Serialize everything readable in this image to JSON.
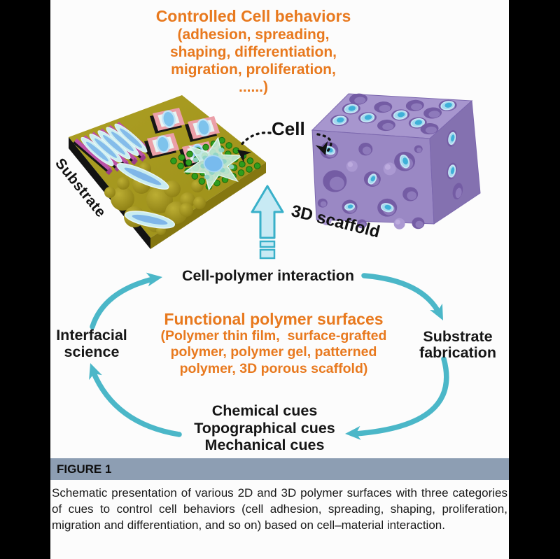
{
  "figure": {
    "header": {
      "heading": "Controlled Cell behaviors",
      "lines": [
        "(adhesion, spreading,",
        "shaping, differentiation,",
        "migration, proliferation,",
        "......)"
      ]
    },
    "illustration": {
      "substrate_label": "Substrate",
      "cell_label": "Cell",
      "scaffold_label": "3D scaffold"
    },
    "cycle": {
      "top_node": "Cell-polymer interaction",
      "right_node_lines": [
        "Substrate",
        "fabrication"
      ],
      "bottom_node_lines": [
        "Chemical cues",
        "Topographical cues",
        "Mechanical cues"
      ],
      "left_node_lines": [
        "Interfacial",
        "science"
      ],
      "center_heading": "Functional polymer surfaces",
      "center_lines": [
        "(Polymer thin film,  surface-grafted",
        "polymer, polymer gel, patterned",
        "polymer, 3D porous scaffold)"
      ]
    },
    "caption": {
      "label": "FIGURE 1",
      "text": "Schematic presentation of various 2D and 3D polymer surfaces with three categories of cues to control cell behaviors (cell adhesion, spreading, shaping, proliferation, migration and differentiation, and so on) based on cell–material interaction."
    },
    "colors": {
      "accent_orange": "#E8791E",
      "cycle_arrow_teal": "#4BB7C8",
      "up_arrow_fill": "#C8EAF4",
      "up_arrow_stroke": "#39B0C9",
      "figure_bar_gray": "#8D9EB3",
      "substrate_olive": "#A79A20",
      "stripe_magenta": "#BC52A6",
      "tile_pink": "#EB9FA8",
      "dot_green": "#2F9D1D",
      "scaffold_purple": "#9A88C4",
      "cell_blue": "#A5D9EF",
      "nucleus_blue": "#3FB0D8"
    }
  }
}
